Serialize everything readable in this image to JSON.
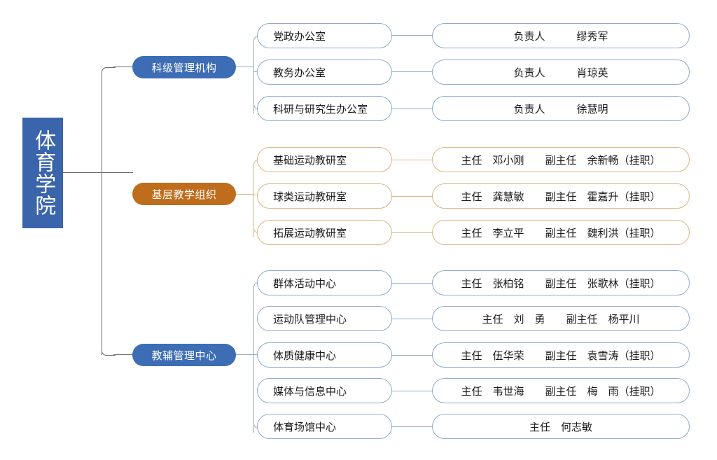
{
  "root": {
    "label": "体育学院",
    "color": "#3A65AC"
  },
  "colors": {
    "blue_pill": "#3D6DB5",
    "orange_pill": "#BF6C1C",
    "blue_outline": "#8FAAD0",
    "orange_outline": "#DDB483",
    "root_connector": "#6C6C6C"
  },
  "groups": [
    {
      "label": "科级管理机构",
      "theme": "blue",
      "rows": [
        {
          "unit": "党政办公室",
          "detail": "负责人　　　缪秀军"
        },
        {
          "unit": "教务办公室",
          "detail": "负责人　　　肖琼英"
        },
        {
          "unit": "科研与研究生办公室",
          "detail": "负责人　　　徐慧明"
        }
      ]
    },
    {
      "label": "基层教学组织",
      "theme": "orange",
      "rows": [
        {
          "unit": "基础运动教研室",
          "detail": "主任　邓小刚　　副主任　余新畅（挂职）"
        },
        {
          "unit": "球类运动教研室",
          "detail": "主任　龚慧敏　　副主任　霍嘉升（挂职）"
        },
        {
          "unit": "拓展运动教研室",
          "detail": "主任　李立平　　副主任　魏利洪（挂职）"
        }
      ]
    },
    {
      "label": "教辅管理中心",
      "theme": "blue",
      "rows": [
        {
          "unit": "群体活动中心",
          "detail": "主任　张柏铭　　副主任　张歌林（挂职）"
        },
        {
          "unit": "运动队管理中心",
          "detail": "主任　刘　勇　　副主任　杨平川"
        },
        {
          "unit": "体质健康中心",
          "detail": "主任　伍华荣　　副主任　袁雪涛（挂职）"
        },
        {
          "unit": "媒体与信息中心",
          "detail": "主任　韦世海　　副主任　梅　雨（挂职）"
        },
        {
          "unit": "体育场馆中心",
          "detail": "主任　何志敏"
        }
      ]
    }
  ]
}
